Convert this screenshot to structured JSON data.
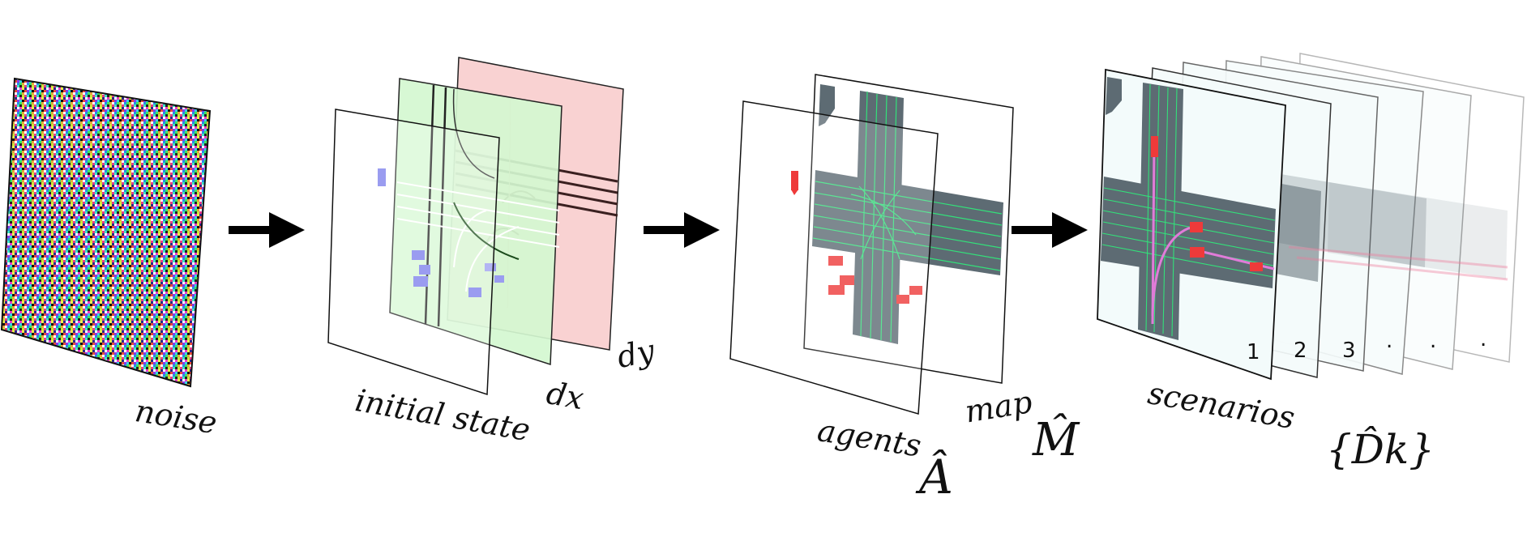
{
  "labels": {
    "noise": "noise",
    "initial_state": "initial state",
    "dx": "dx",
    "dy": "dy",
    "agents": "agents",
    "agents_symbol": "Â",
    "map": "map",
    "map_symbol": "M̂",
    "scenarios": "scenarios",
    "scenarios_symbol": "{D̂k}"
  },
  "scenario_indices": [
    "1",
    "2",
    "3",
    ".",
    ".",
    "."
  ],
  "colors": {
    "dx_channel": "#d4f7d0",
    "dy_channel": "#f9d2d2",
    "road": "#5d6b73",
    "lane": "#33e07a",
    "agent_initial": "#9a9cf0",
    "agent": "#ee3a3a",
    "trajectory": "#e07bd8",
    "scenario_bg": "#f3fbfb",
    "arrow": "#000000"
  }
}
